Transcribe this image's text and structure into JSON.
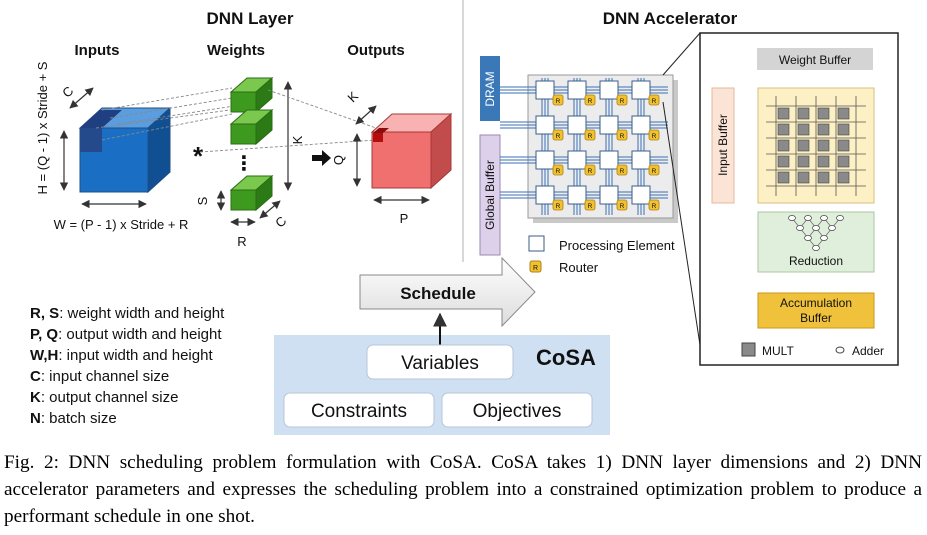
{
  "dnn_layer": {
    "title": "DNN Layer",
    "inputs_label": "Inputs",
    "weights_label": "Weights",
    "outputs_label": "Outputs",
    "h_formula": "H = (Q - 1) x Stride + S",
    "w_formula": "W = (P - 1) x Stride + R",
    "c_label": "C",
    "k_label": "K",
    "s_label": "S",
    "r_label": "R",
    "q_label": "Q",
    "p_label": "P",
    "star": "*",
    "dots": "⋮"
  },
  "legend": [
    {
      "key": "R, S",
      "text": ": weight width and height"
    },
    {
      "key": "P, Q",
      "text": ": output width and height"
    },
    {
      "key": "W,H",
      "text": ": input width and height"
    },
    {
      "key": "C",
      "text": ": input channel size"
    },
    {
      "key": "K",
      "text": ": output channel size"
    },
    {
      "key": "N",
      "text": ": batch size"
    }
  ],
  "accelerator": {
    "title": "DNN Accelerator",
    "dram_label": "DRAM",
    "global_buffer_label": "Global Buffer",
    "router_letter": "R",
    "pe_legend": "Processing Element",
    "router_legend": "Router",
    "weight_buffer": "Weight  Buffer",
    "input_buffer": "Input  Buffer",
    "reduction": "Reduction",
    "accumulation_buffer": "Accumulation Buffer",
    "accumulation_line1": "Accumulation",
    "accumulation_line2": "Buffer",
    "mult_legend": "MULT",
    "adder_legend": "Adder"
  },
  "cosa": {
    "schedule": "Schedule",
    "title": "CoSA",
    "variables": "Variables",
    "constraints": "Constraints",
    "objectives": "Objectives"
  },
  "caption": "Fig. 2: DNN scheduling problem formulation with CoSA. CoSA takes 1) DNN layer dimensions and 2) DNN accelerator parameters and expresses the scheduling problem into a constrained optimization problem to produce a performant schedule in one shot.",
  "colors": {
    "input_blue": "#1a6fc4",
    "weight_green": "#3e9a1e",
    "output_red": "#f07070",
    "dram_blue": "#3a78b8",
    "global_buffer_purple": "#ddd0ea",
    "router_orange": "#f3c12d",
    "cosa_panel": "#cfe0f3",
    "weight_buffer_gray": "#d4d4d4",
    "input_buffer_peach": "#fbe4d6",
    "array_cream": "#fdf0c4",
    "reduction_green": "#e0eedc",
    "accumulation_gold": "#f0c23c"
  }
}
